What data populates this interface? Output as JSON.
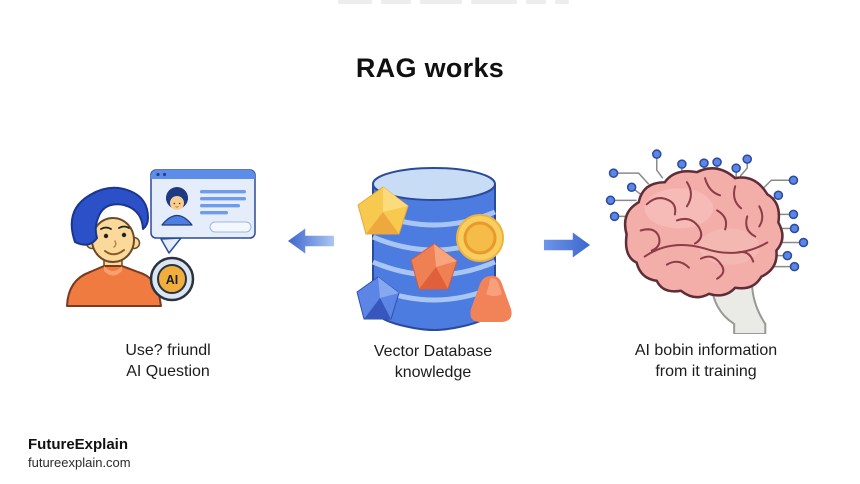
{
  "page": {
    "title": "RAG works"
  },
  "sections": {
    "user": {
      "label_line1": "Use? friundl",
      "label_line2": "AI Question",
      "badge": "AI",
      "illustration": "person-with-ai-chat-window"
    },
    "database": {
      "label_line1": "Vector Database",
      "label_line2": "knowledge",
      "illustration": "vector-database-cylinder-with-gems"
    },
    "brain": {
      "label_line1": "AI bobin information",
      "label_line2": "from it training",
      "illustration": "ai-brain-with-circuit-nodes"
    }
  },
  "arrows": {
    "left_direction": "left",
    "right_direction": "right"
  },
  "footer": {
    "brand": "FutureExplain",
    "website": "futureexplain.com"
  },
  "colors": {
    "arrow_blue_dark": "#3d66cf",
    "arrow_blue_light": "#adc6f2",
    "database_blue": "#4d7ce0",
    "badge_yellow": "#f2ae3c",
    "brain_pink": "#f3aeaa",
    "shirt_orange": "#f07b41",
    "chat_header_blue": "#5c8de8"
  }
}
